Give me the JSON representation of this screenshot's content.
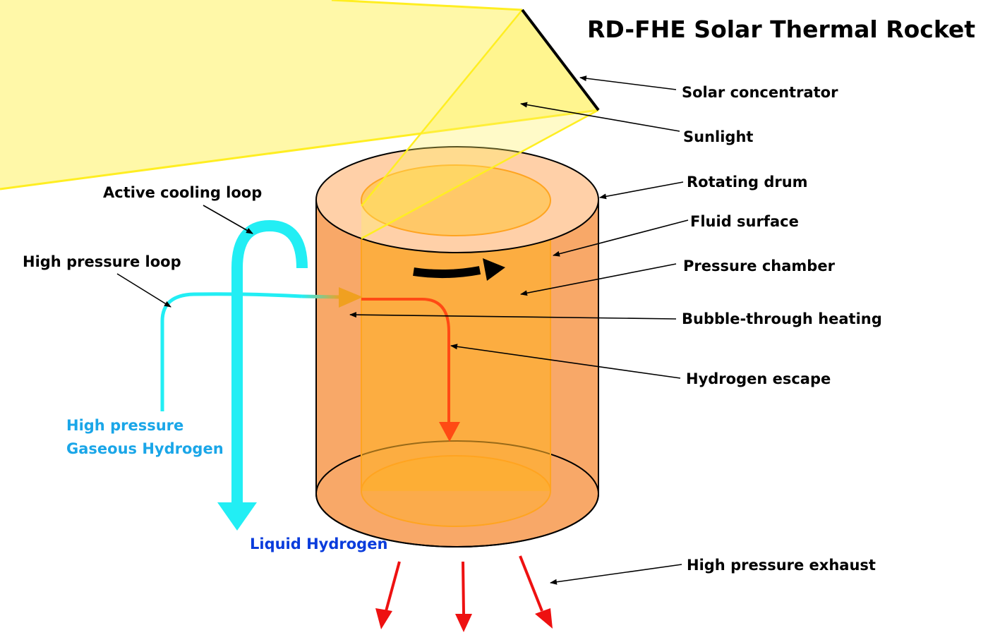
{
  "title": "RD-FHE Solar Thermal Rocket",
  "labels": {
    "solar_concentrator": "Solar concentrator",
    "sunlight": "Sunlight",
    "rotating_drum": "Rotating drum",
    "fluid_surface": "Fluid surface",
    "pressure_chamber": "Pressure chamber",
    "bubble_through_heating": "Bubble-through heating",
    "hydrogen_escape": "Hydrogen escape",
    "high_pressure_exhaust": "High pressure exhaust",
    "active_cooling_loop": "Active cooling loop",
    "high_pressure_loop": "High pressure loop",
    "gaseous_hydrogen_line1": "High pressure",
    "gaseous_hydrogen_line2": "Gaseous Hydrogen",
    "liquid_hydrogen": "Liquid Hydrogen"
  },
  "colors": {
    "sunlight": "#fff8a8",
    "sunlight_edge": "#ffee22",
    "drum_body": "#f8a868",
    "drum_top": "#ffd0a8",
    "fluid": "#ffb028",
    "gas_hydrogen": "#22eef4",
    "gas_hydrogen_text": "#1aa6e8",
    "liquid_hydrogen": "#0a3cdc",
    "hot_flow": "#ff4a14",
    "exhaust": "#ee1111"
  }
}
